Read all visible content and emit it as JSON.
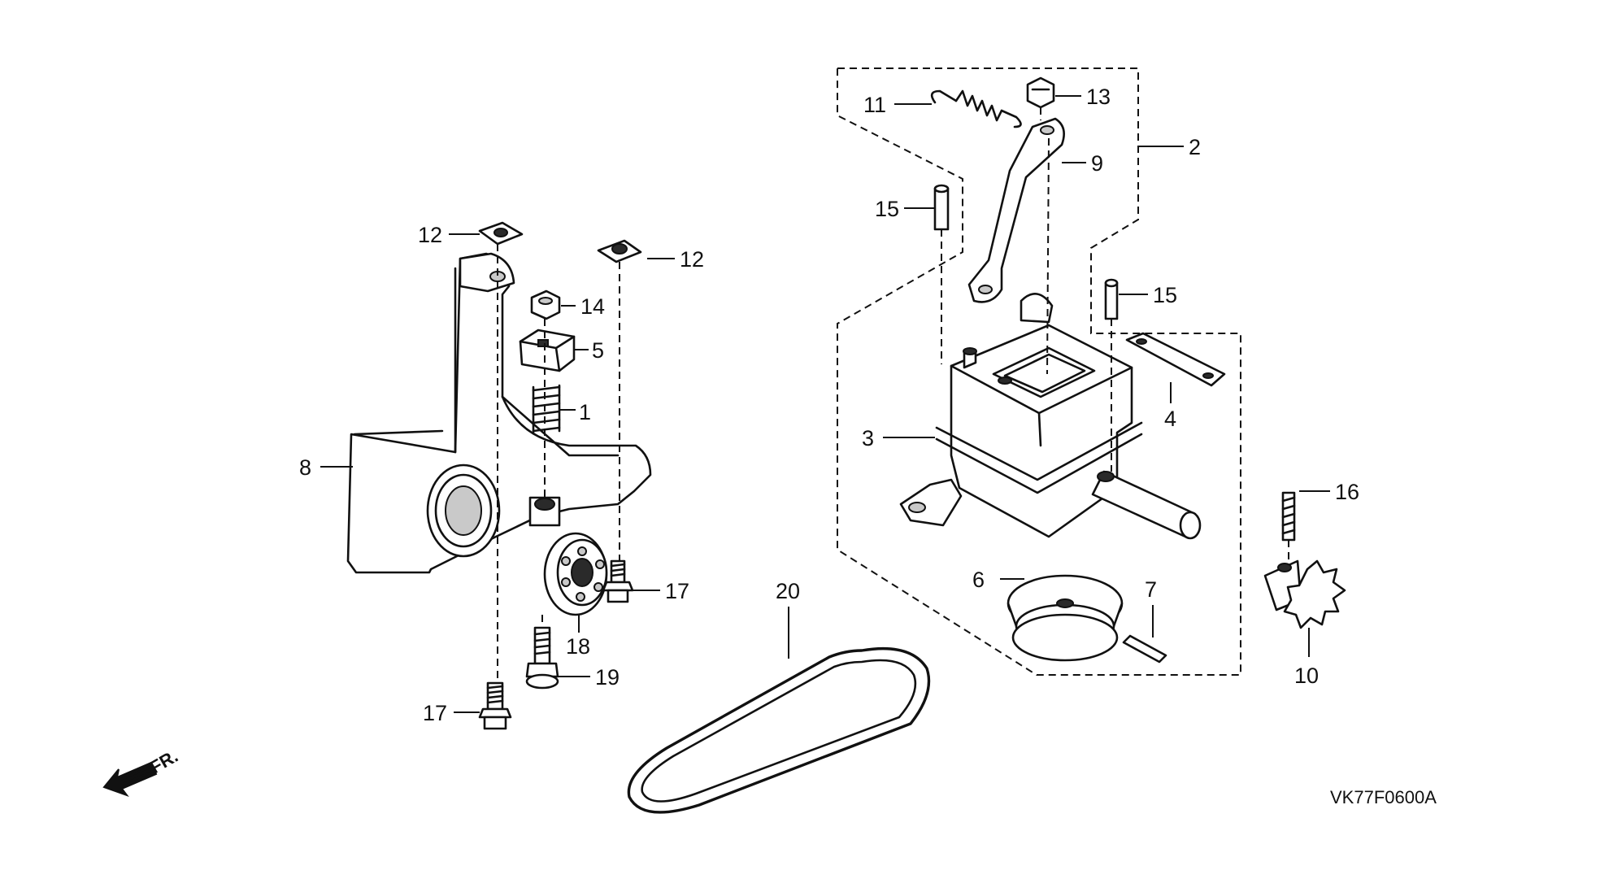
{
  "diagram": {
    "drawing_code": "VK77F0600A",
    "direction_label": "FR.",
    "callouts": {
      "c1": "1",
      "c2": "2",
      "c3": "3",
      "c4": "4",
      "c5": "5",
      "c6": "6",
      "c7": "7",
      "c8": "8",
      "c9": "9",
      "c10": "10",
      "c11": "11",
      "c12a": "12",
      "c12b": "12",
      "c13": "13",
      "c14": "14",
      "c15a": "15",
      "c15b": "15",
      "c16": "16",
      "c17a": "17",
      "c17b": "17",
      "c18": "18",
      "c19": "19",
      "c20": "20"
    }
  },
  "colors": {
    "ink": "#111111",
    "paper": "#ffffff"
  },
  "icons": {
    "direction": "front-direction-arrow-icon"
  }
}
